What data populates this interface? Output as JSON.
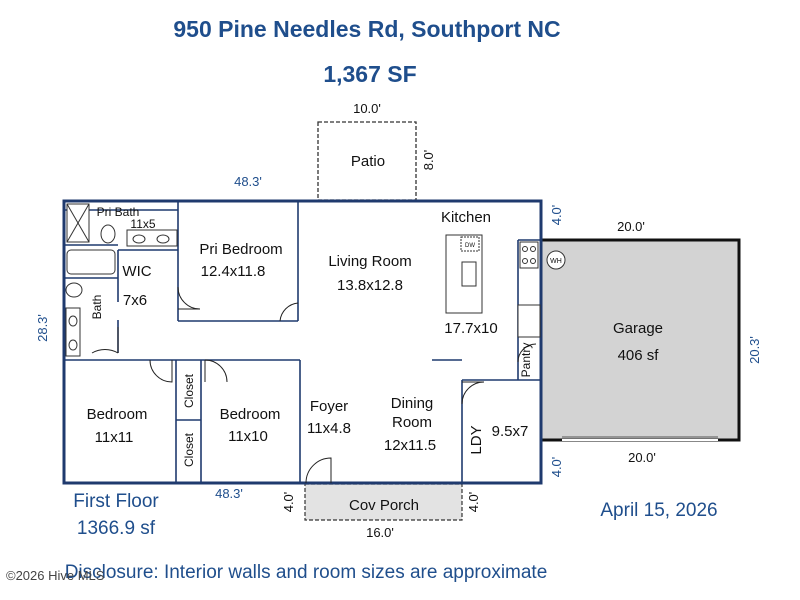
{
  "header": {
    "address": "950 Pine Needles Rd, Southport NC",
    "area": "1,367 SF"
  },
  "dimensions": {
    "patio_width": "10.0'",
    "patio_depth": "8.0'",
    "house_width_top": "48.3'",
    "house_width_bottom": "48.3'",
    "house_depth": "28.3'",
    "garage_width_top": "20.0'",
    "garage_width_bottom": "20.0'",
    "garage_depth": "20.3'",
    "garage_offset_top": "4.0'",
    "garage_offset_bottom": "4.0'",
    "porch_width": "16.0'",
    "porch_depth_left": "4.0'",
    "porch_depth_right": "4.0'"
  },
  "rooms": {
    "patio": "Patio",
    "pri_bath": "Pri Bath",
    "pri_bath_size": "11x5",
    "pri_bedroom": "Pri Bedroom",
    "pri_bedroom_size": "12.4x11.8",
    "wic": "WIC",
    "wic_size": "7x6",
    "bath": "Bath",
    "living_room": "Living Room",
    "living_room_size": "13.8x12.8",
    "kitchen": "Kitchen",
    "kitchen_size": "17.7x10",
    "dw": "DW",
    "wh": "WH",
    "pantry": "Pantry",
    "garage": "Garage",
    "garage_size": "406 sf",
    "closet_upper": "Closet",
    "closet_lower": "Closet",
    "bedroom_left": "Bedroom",
    "bedroom_left_size": "11x11",
    "bedroom_mid": "Bedroom",
    "bedroom_mid_size": "11x10",
    "foyer": "Foyer",
    "foyer_size": "11x4.8",
    "dining_room_line1": "Dining",
    "dining_room_line2": "Room",
    "dining_room_size": "12x11.5",
    "laundry": "LDY",
    "laundry_size": "9.5x7",
    "cov_porch": "Cov Porch"
  },
  "footer": {
    "floor_name": "First Floor",
    "floor_area": "1366.9 sf",
    "date": "April 15, 2026",
    "disclosure": "Disclosure: Interior walls and room sizes are approximate",
    "copyright": "©2026 Hive MLS"
  },
  "colors": {
    "title": "#1f4e8c",
    "wall": "#1f3a6e",
    "garage_fill": "#d3d3d3",
    "porch_fill": "#e3e3e3"
  }
}
